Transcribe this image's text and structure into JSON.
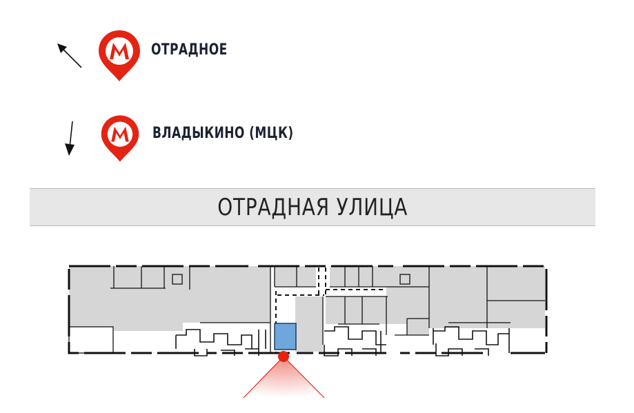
{
  "metro": {
    "color": "#e42313",
    "logo_letter": "М",
    "stations": [
      {
        "name": "ОТРАДНОЕ",
        "arrow": "up-left-arrow-icon"
      },
      {
        "name": "ВЛАДЫКИНО (МЦК)",
        "arrow": "down-arrow-icon"
      }
    ]
  },
  "street": {
    "name": "ОТРАДНАЯ УЛИЦА"
  },
  "floor_plan": {
    "room_fill": "#d6d6d6",
    "highlight_fill": "#6fa7dc",
    "viewpoint_color": "#e42313"
  }
}
